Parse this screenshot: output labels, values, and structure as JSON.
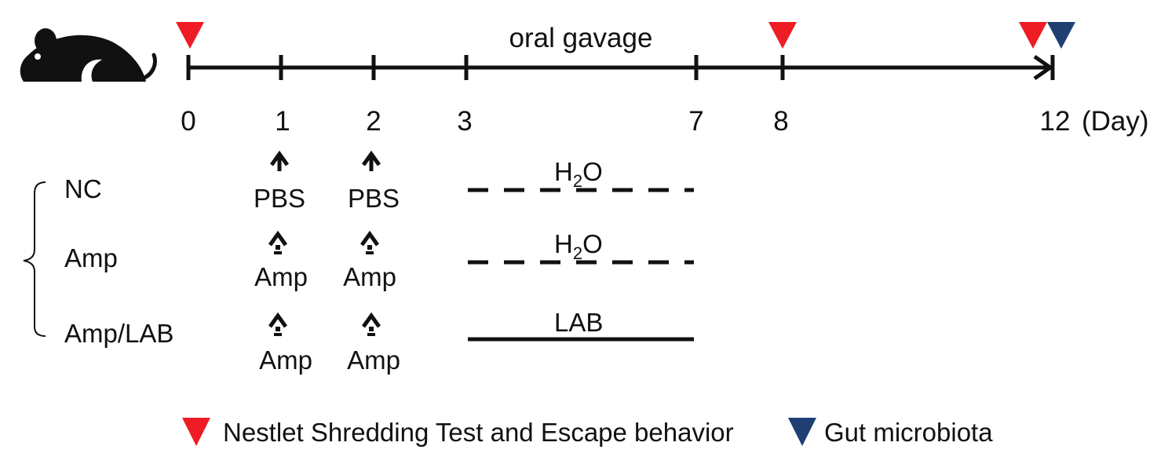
{
  "timeline": {
    "label": "oral gavage",
    "unit_label": "(Day)",
    "days": [
      "0",
      "1",
      "2",
      "3",
      "7",
      "8",
      "12"
    ]
  },
  "groups": [
    {
      "name": "NC",
      "day1_treatment": "PBS",
      "day2_treatment": "PBS",
      "gavage_label": "H",
      "gavage_sub": "2",
      "gavage_tail": "O",
      "line_style": "dashed"
    },
    {
      "name": "Amp",
      "day1_treatment": "Amp",
      "day2_treatment": "Amp",
      "gavage_label": "H",
      "gavage_sub": "2",
      "gavage_tail": "O",
      "line_style": "dashed"
    },
    {
      "name": "Amp/LAB",
      "day1_treatment": "Amp",
      "day2_treatment": "Amp",
      "gavage_label": "LAB",
      "gavage_sub": "",
      "gavage_tail": "",
      "line_style": "solid"
    }
  ],
  "legend": {
    "nestlet": "Nestlet Shredding Test and Escape behavior",
    "microbiota": "Gut microbiota"
  },
  "colors": {
    "red_marker": "#ee1c24",
    "blue_marker": "#1f3f73",
    "ink": "#111111"
  }
}
